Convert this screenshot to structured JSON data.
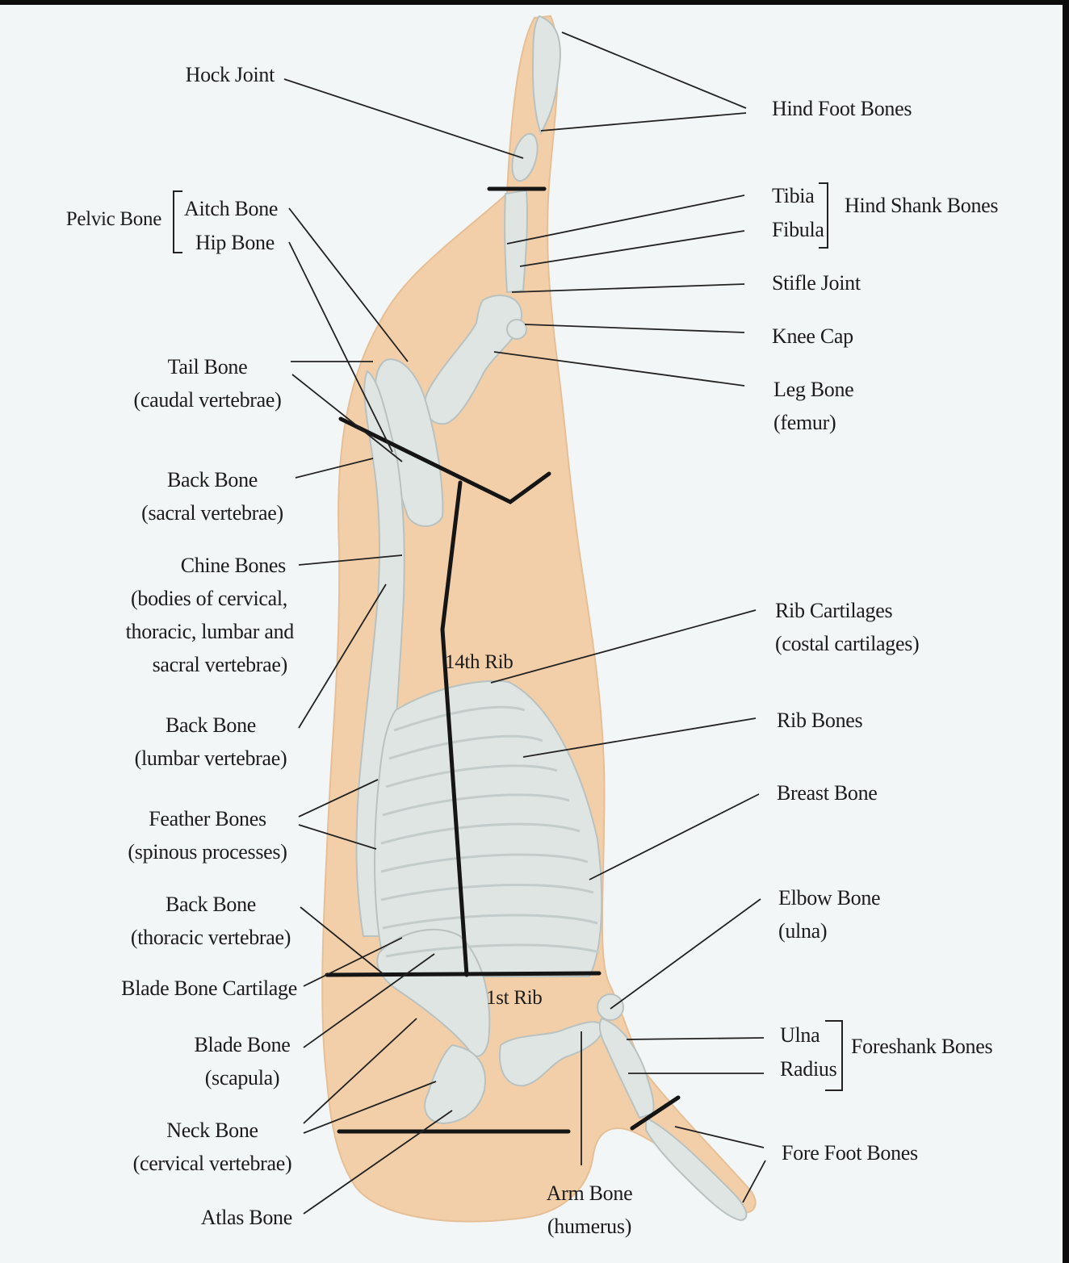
{
  "labels": {
    "hock_joint": "Hock Joint",
    "pelvic_bone": "Pelvic Bone",
    "aitch_bone": "Aitch Bone",
    "hip_bone": "Hip Bone",
    "tail_bone": "Tail Bone",
    "tail_bone_sub": "(caudal vertebrae)",
    "back_bone_sacral": "Back Bone",
    "back_bone_sacral_sub": "(sacral vertebrae)",
    "chine_bones": "Chine Bones",
    "chine_bones_sub1": "(bodies of cervical,",
    "chine_bones_sub2": "thoracic, lumbar and",
    "chine_bones_sub3": "sacral vertebrae)",
    "back_bone_lumbar": "Back Bone",
    "back_bone_lumbar_sub": "(lumbar vertebrae)",
    "feather_bones": "Feather Bones",
    "feather_bones_sub": "(spinous processes)",
    "back_bone_thoracic": "Back Bone",
    "back_bone_thoracic_sub": "(thoracic vertebrae)",
    "blade_bone_cartilage": "Blade Bone Cartilage",
    "blade_bone": "Blade Bone",
    "blade_bone_sub": "(scapula)",
    "neck_bone": "Neck Bone",
    "neck_bone_sub": "(cervical vertebrae)",
    "atlas_bone": "Atlas Bone",
    "arm_bone": "Arm Bone",
    "arm_bone_sub": "(humerus)",
    "hind_foot_bones": "Hind Foot Bones",
    "tibia": "Tibia",
    "fibula": "Fibula",
    "hind_shank_bones": "Hind Shank Bones",
    "stifle_joint": "Stifle Joint",
    "knee_cap": "Knee Cap",
    "leg_bone": "Leg Bone",
    "leg_bone_sub": "(femur)",
    "rib_cartilages": "Rib Cartilages",
    "rib_cartilages_sub": "(costal cartilages)",
    "rib_bones": "Rib Bones",
    "breast_bone": "Breast Bone",
    "elbow_bone": "Elbow Bone",
    "elbow_bone_sub": "(ulna)",
    "ulna": "Ulna",
    "radius": "Radius",
    "foreshank_bones": "Foreshank Bones",
    "fore_foot_bones": "Fore Foot Bones",
    "rib_14": "14th Rib",
    "rib_1": "1st Rib"
  },
  "colors": {
    "carcass": "#f2cfa9",
    "bone": "#dfe5e3",
    "bone_edge": "#b9c2c0",
    "leader": "#222222",
    "cut_line": "#151515"
  }
}
